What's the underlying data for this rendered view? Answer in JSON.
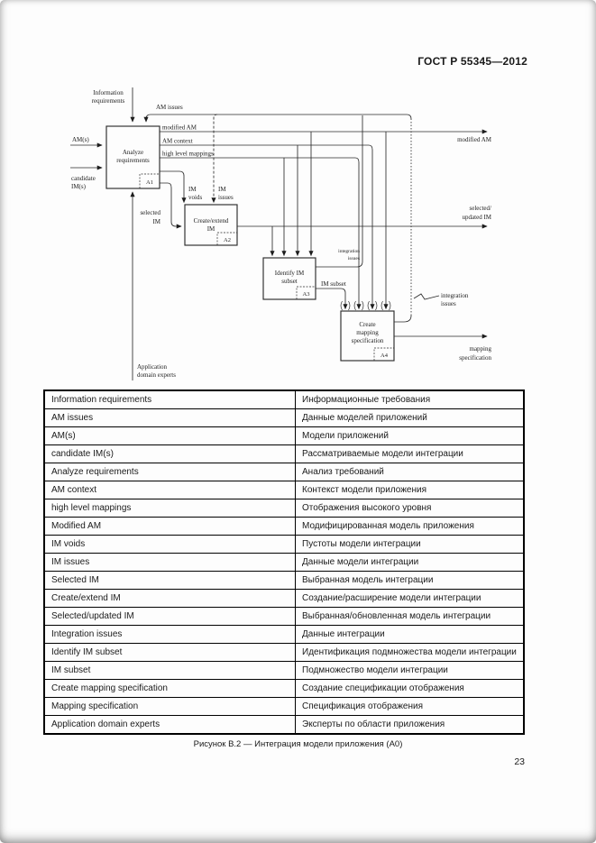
{
  "page": {
    "header": "ГОСТ Р 55345—2012",
    "caption": "Рисунок В.2 — Интеграция модели приложения (А0)",
    "number": "23"
  },
  "diagram": {
    "boxes": [
      {
        "tag": "A1",
        "lines": [
          "Analyze",
          "requirements"
        ]
      },
      {
        "tag": "A2",
        "lines": [
          "Create/extend",
          "IM"
        ]
      },
      {
        "tag": "A3",
        "lines": [
          "Identify IM",
          "subset"
        ]
      },
      {
        "tag": "A4",
        "lines": [
          "Create",
          "mapping",
          "specification"
        ]
      }
    ],
    "labels": {
      "information_requirements": {
        "lines": [
          "Information",
          "requirements"
        ]
      },
      "am_issues": {
        "lines": [
          "AM issues"
        ]
      },
      "ams": {
        "lines": [
          "AM(s)"
        ]
      },
      "candidate_ims": {
        "lines": [
          "candidate",
          "IM(s)"
        ]
      },
      "modified_am": {
        "lines": [
          "modified AM"
        ]
      },
      "am_context": {
        "lines": [
          "AM context"
        ]
      },
      "high_level_mappings": {
        "lines": [
          "high level mappings"
        ]
      },
      "im_voids": {
        "lines": [
          "IM",
          "voids"
        ]
      },
      "im_issues": {
        "lines": [
          "IM",
          "issues"
        ]
      },
      "selected_im": {
        "lines": [
          "selected",
          "IM"
        ]
      },
      "selected_updated_im": {
        "lines": [
          "selected/",
          "updated IM"
        ]
      },
      "im_subset": {
        "lines": [
          "IM subset"
        ]
      },
      "integration_issues_small": {
        "lines": [
          "integration",
          "issues"
        ]
      },
      "integration_issues": {
        "lines": [
          "integration",
          "issues"
        ]
      },
      "mapping_specification": {
        "lines": [
          "mapping",
          "specification"
        ]
      },
      "application_domain_experts": {
        "lines": [
          "Application",
          "domain experts"
        ]
      }
    }
  },
  "table": {
    "rows": [
      {
        "en": "Information requirements",
        "ru": "Информационные требования"
      },
      {
        "en": "AM issues",
        "ru": "Данные моделей приложений"
      },
      {
        "en": "AM(s)",
        "ru": "Модели приложений"
      },
      {
        "en": "candidate IM(s)",
        "ru": "Рассматриваемые модели интеграции"
      },
      {
        "en": "Analyze requirements",
        "ru": "Анализ требований"
      },
      {
        "en": "AM context",
        "ru": "Контекст модели приложения"
      },
      {
        "en": "high level mappings",
        "ru": "Отображения высокого уровня"
      },
      {
        "en": "Modified AM",
        "ru": "Модифицированная модель приложения"
      },
      {
        "en": "IM voids",
        "ru": "Пустоты модели интеграции"
      },
      {
        "en": "IM issues",
        "ru": "Данные модели интеграции"
      },
      {
        "en": "Selected IM",
        "ru": "Выбранная модель интеграции"
      },
      {
        "en": "Create/extend IM",
        "ru": "Создание/расширение модели интеграции"
      },
      {
        "en": "Selected/updated IM",
        "ru": "Выбранная/обновленная модель интеграции"
      },
      {
        "en": "Integration issues",
        "ru": "Данные интеграции"
      },
      {
        "en": "Identify IM subset",
        "ru": "Идентификация подмножества модели интеграции"
      },
      {
        "en": "IM subset",
        "ru": "Подмножество модели интеграции"
      },
      {
        "en": "Create mapping specification",
        "ru": "Создание спецификации отображения"
      },
      {
        "en": "Mapping specification",
        "ru": "Спецификация отображения"
      },
      {
        "en": "Application domain experts",
        "ru": "Эксперты по области приложения"
      }
    ]
  }
}
